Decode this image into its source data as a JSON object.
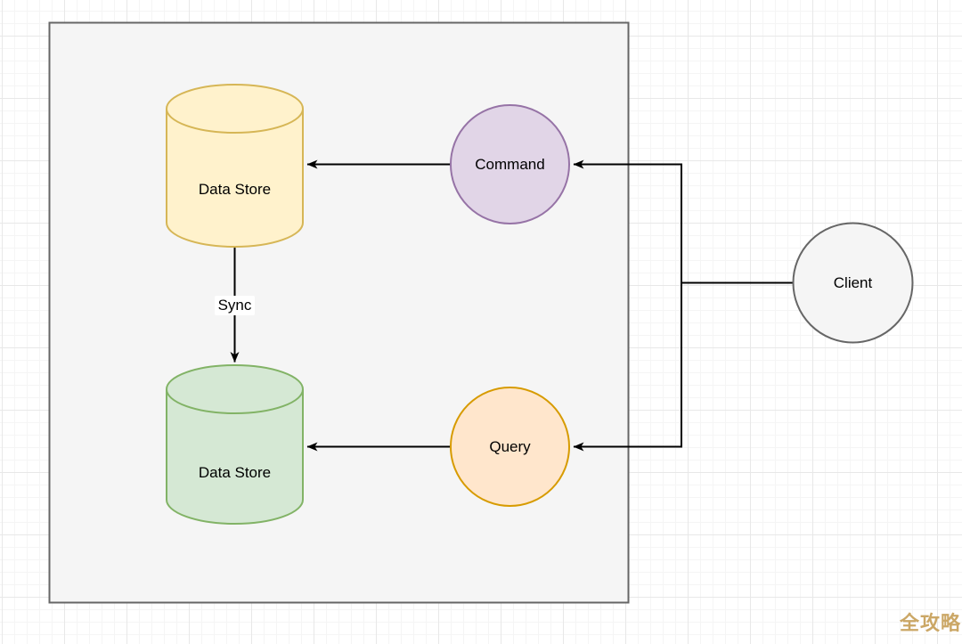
{
  "boundary_box": {
    "fill": "#f5f5f5",
    "stroke": "#666666"
  },
  "nodes": {
    "write_store": {
      "label": "Data Store",
      "shape": "cylinder",
      "fill": "#fff2cc",
      "stroke": "#d6b656"
    },
    "read_store": {
      "label": "Data Store",
      "shape": "cylinder",
      "fill": "#d5e8d4",
      "stroke": "#82b366"
    },
    "command": {
      "label": "Command",
      "shape": "circle",
      "fill": "#e1d5e7",
      "stroke": "#9673a6"
    },
    "query": {
      "label": "Query",
      "shape": "circle",
      "fill": "#ffe6cc",
      "stroke": "#d79b00"
    },
    "client": {
      "label": "Client",
      "shape": "circle",
      "fill": "#f5f5f5",
      "stroke": "#666666"
    }
  },
  "edges": {
    "color": "#000000",
    "sync": {
      "label": "Sync"
    }
  },
  "watermark": {
    "text": "全攻略",
    "color": "#c9a35e"
  }
}
